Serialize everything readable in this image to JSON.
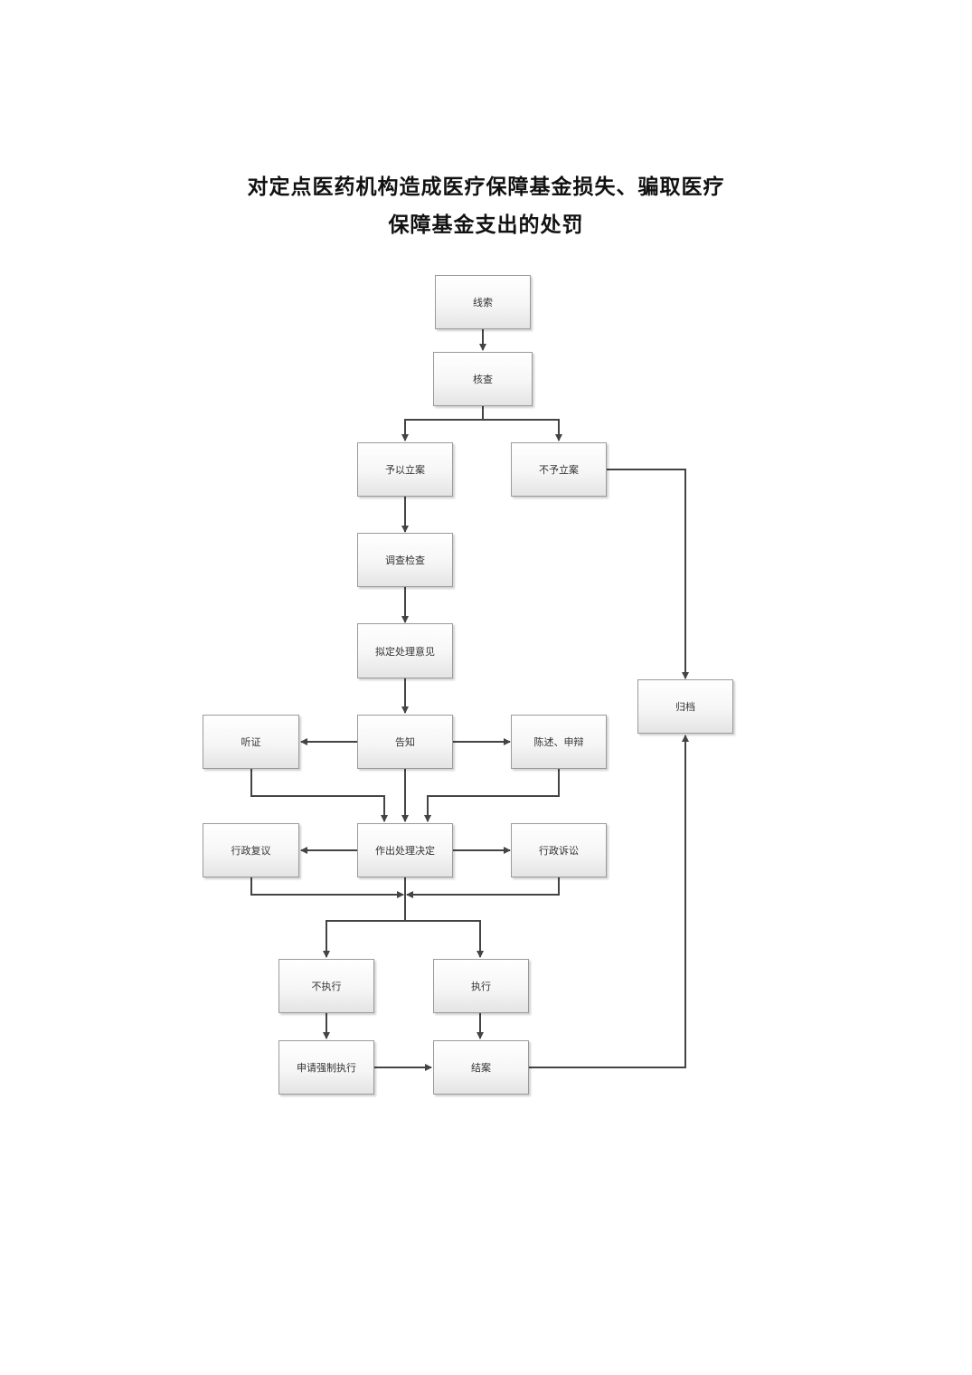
{
  "title": {
    "line1": "对定点医药机构造成医疗保障基金损失、骗取医疗",
    "line2": "保障基金支出的处罚"
  },
  "nodes": {
    "clue": "线索",
    "verify": "核查",
    "file_case": "予以立案",
    "no_case": "不予立案",
    "investigate": "调查检查",
    "draft_opinion": "拟定处理意见",
    "hearing": "听证",
    "notify": "告知",
    "statement_defense": "陈述、申辩",
    "admin_review": "行政复议",
    "decision": "作出处理决定",
    "admin_litigation": "行政诉讼",
    "not_execute": "不执行",
    "execute": "执行",
    "apply_enforcement": "申请强制执行",
    "close_case": "结案",
    "archive": "归档"
  }
}
